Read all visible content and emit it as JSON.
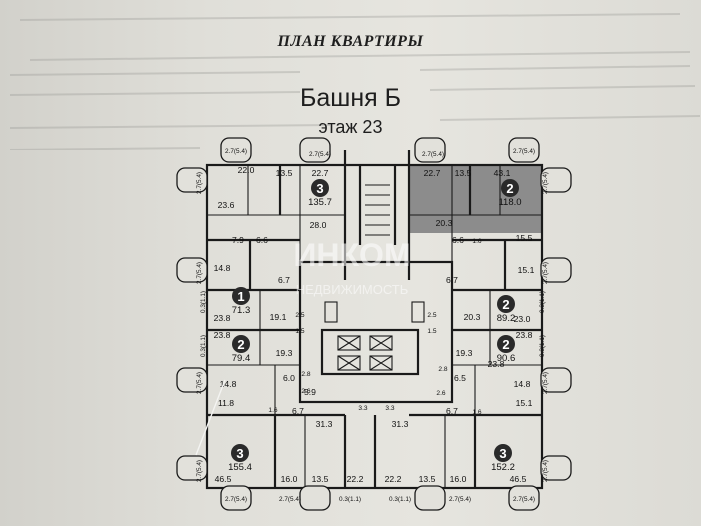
{
  "header": {
    "doc_title": "ПЛАН КВАРТИРЫ",
    "tower": "Башня Б",
    "floor": "этаж 23"
  },
  "watermark": {
    "logo": "ИНКОМ",
    "subtitle": "НЕДВИЖИМОСТЬ"
  },
  "apartments": [
    {
      "rooms": "3",
      "area": "135.7"
    },
    {
      "rooms": "2",
      "area": "118.0"
    },
    {
      "rooms": "1",
      "area": "71.3"
    },
    {
      "rooms": "2",
      "area": "89.2"
    },
    {
      "rooms": "2",
      "area": "79.4"
    },
    {
      "rooms": "2",
      "area": "90.6"
    },
    {
      "rooms": "3",
      "area": "155.4"
    },
    {
      "rooms": "3",
      "area": "152.2"
    }
  ],
  "room_labels": [
    "22.0",
    "13.5",
    "22.7",
    "22.7",
    "13.5",
    "43.1",
    "23.6",
    "28.0",
    "20.3",
    "15.5",
    "7.9",
    "6.6",
    "6.6",
    "1.6",
    "14.8",
    "6.7",
    "6.7",
    "15.1",
    "19.1",
    "20.3",
    "23.8",
    "23.8",
    "23.8",
    "23.0",
    "19.3",
    "19.3",
    "23.8",
    "6.0",
    "6.5",
    "14.8",
    "14.8",
    "11.8",
    "5.9",
    "3.3",
    "3.3",
    "15.1",
    "1.6",
    "6.7",
    "6.7",
    "1.6",
    "31.3",
    "31.3",
    "16.0",
    "13.5",
    "22.2",
    "22.2",
    "13.5",
    "16.0",
    "46.5",
    "46.5",
    "2.8",
    "2.6",
    "2.8",
    "2.6",
    "2.5",
    "2.5",
    "1.5",
    "1.5"
  ],
  "bay_labels": [
    "2.7(5.4)",
    "2.7(5.4)",
    "2.7(5.4)",
    "2.7(5.4)",
    "2.7(5.4)",
    "2.7(5.4)",
    "2.7(5.4)",
    "2.7(5.4)",
    "2.7(5.4)",
    "2.7(5.4)",
    "2.7(5.4)",
    "2.7(5.4)",
    "2.7(5.4)",
    "2.7(5.4)",
    "2.7(5.4)",
    "2.7(5.4)",
    "0.3(1.1)",
    "0.3(1.1)",
    "0.3(1.1)",
    "0.3(1.1)",
    "0.3(1.1)",
    "0.3(1.1)"
  ],
  "colors": {
    "highlight": "#8c8c8c",
    "wall": "#1a1a1a"
  }
}
